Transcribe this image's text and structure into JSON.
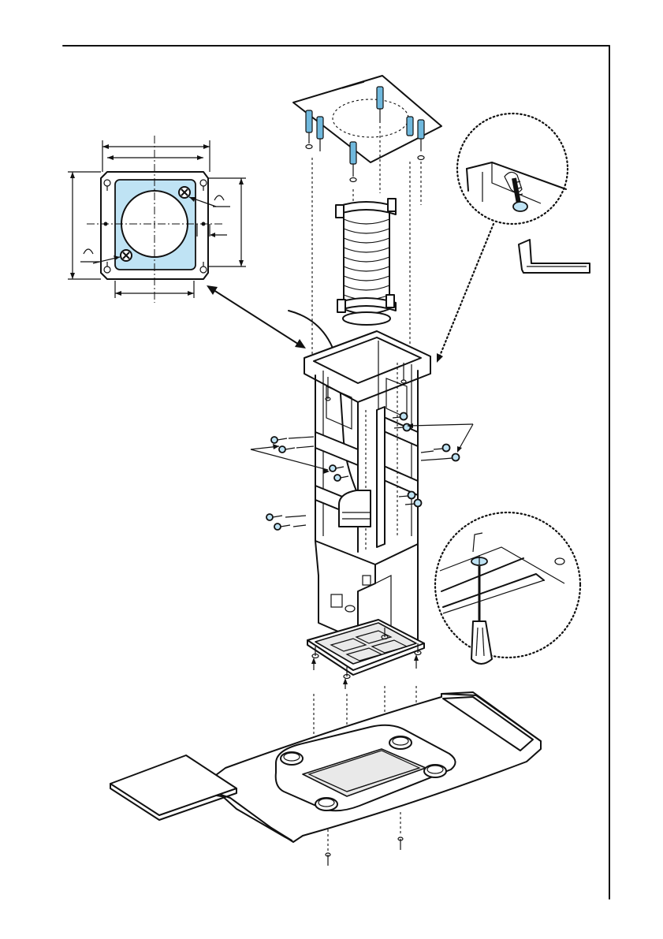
{
  "colors": {
    "line": "#111111",
    "paper": "#ffffff",
    "accent_fill": "#bfe3f4",
    "accent_dark": "#6fb8dd"
  },
  "icons": [
    "ceiling-plate",
    "wall-plug-screw",
    "flexible-duct",
    "hose-clamp",
    "chimney-frame",
    "fan-motor",
    "allen-key",
    "screwdriver",
    "detail-magnifier",
    "mounting-template",
    "canopy-hood",
    "filter-panel"
  ]
}
